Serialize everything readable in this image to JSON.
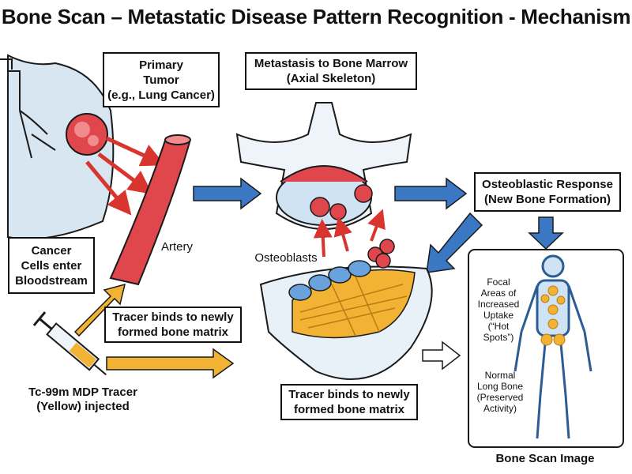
{
  "title": "Bone Scan – Metastatic Disease Pattern Recognition - Mechanism",
  "labels": {
    "primary_tumor": [
      "Primary",
      "Tumor",
      "(e.g., Lung Cancer)"
    ],
    "metastasis": [
      "Metastasis to Bone Marrow",
      "(Axial Skeleton)"
    ],
    "osteoblastic": [
      "Osteoblastic Response",
      "(New Bone Formation)"
    ],
    "cancer_cells": [
      "Cancer",
      "Cells enter",
      "Bloodstream"
    ],
    "artery": "Artery",
    "osteoblasts": "Osteoblasts",
    "tracer_binds_left": [
      "Tracer binds to newly",
      "formed bone matrix"
    ],
    "tracer_binds_bottom": [
      "Tracer binds to newly",
      "formed bone matrix"
    ],
    "tracer": [
      "Tc-99m MDP Tracer",
      "(Yellow) injected"
    ],
    "focal": [
      "Focal",
      "Areas of",
      "Increased",
      "Uptake",
      "(“Hot",
      "Spots”)"
    ],
    "normal": [
      "Normal",
      "Long Bone",
      "(Preserved",
      "Activity)"
    ],
    "bone_scan_image": "Bone Scan Image"
  },
  "colors": {
    "tumor_red": "#e0474c",
    "arrow_blue": "#3b78c4",
    "tracer_yellow": "#f2b233",
    "bone_blue": "#cfe3f5",
    "outline": "#1a1a1a"
  }
}
